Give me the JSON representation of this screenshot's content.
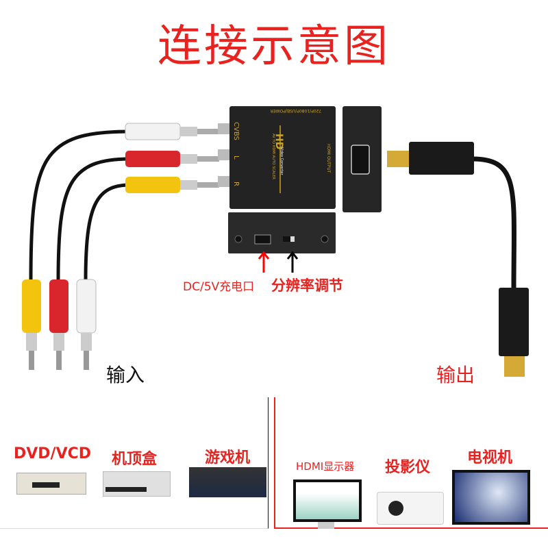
{
  "title": "连接示意图",
  "device": {
    "top_text": "720P/1080P/USB/POWER",
    "brand": "HD",
    "subtitle1": "Video Converter",
    "subtitle2": "AV TO HDMI AUTO SCALER",
    "ports": [
      "CVBS",
      "L",
      "R"
    ],
    "hdmi_output": "HDMI OUTPUT"
  },
  "callouts": {
    "dc_port": "DC/5V充电口",
    "resolution_switch": "分辨率调节"
  },
  "input_label": "输入",
  "output_label": "输出",
  "input_devices": [
    "DVD/VCD",
    "机顶盒",
    "游戏机"
  ],
  "output_devices": [
    "HDMI显示器",
    "投影仪",
    "电视机"
  ],
  "colors": {
    "accent": "#e8231f",
    "rca_white": "#f2f2f2",
    "rca_red": "#d9262c",
    "rca_yellow": "#f2c40f",
    "gold": "#c9a227"
  }
}
